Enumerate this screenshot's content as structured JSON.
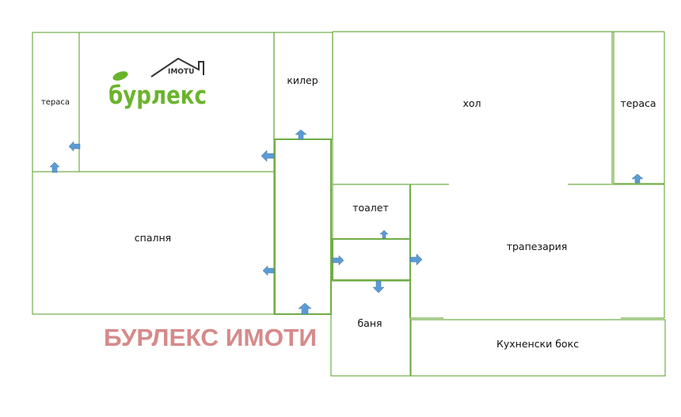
{
  "rooms": {
    "terrace_left": "тераса",
    "pantry": "килер",
    "living_room": "хол",
    "terrace_right": "тераса",
    "bedroom": "спалня",
    "toilet": "тоалет",
    "dining": "трапезария",
    "bathroom": "баня",
    "kitchen": "Кухненски бокс"
  },
  "logo": {
    "main": "бурлекс",
    "sub": "IMOTU"
  },
  "watermark": "БУРЛЕКС ИМОТИ",
  "colors": {
    "walls": "#70ad47",
    "arrows": "#5b9bd5",
    "watermark": "#d68a8a",
    "logo": "#6ab42d"
  }
}
